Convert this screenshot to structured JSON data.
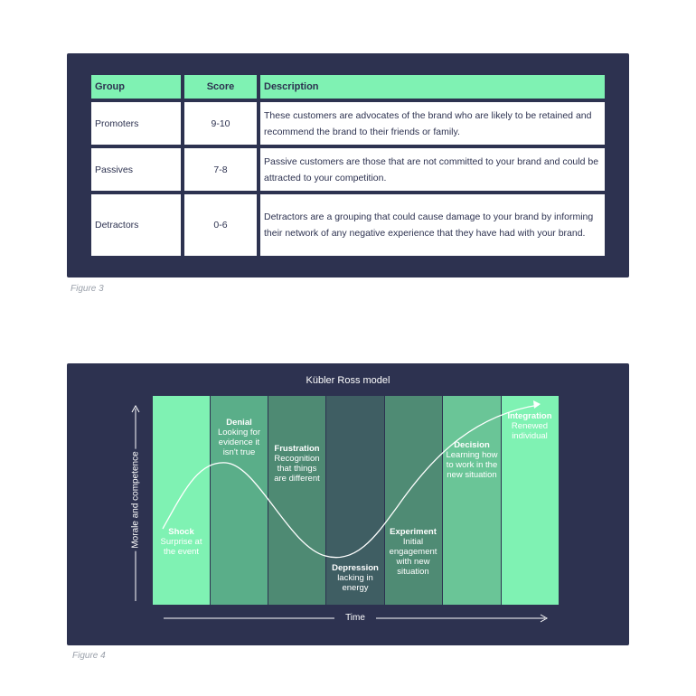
{
  "table": {
    "headers": [
      "Group",
      "Score",
      "Description"
    ],
    "rows": [
      {
        "group": "Promoters",
        "score": "9-10",
        "description": "These customers are advocates of the brand who are likely to be retained and recommend the brand to their friends or family."
      },
      {
        "group": "Passives",
        "score": "7-8",
        "description": "Passive customers are those that are not committed to your brand and could be attracted to your competition."
      },
      {
        "group": "Detractors",
        "score": "0-6",
        "description": "Detractors are a grouping that could cause damage to your brand by informing their network of any negative experience that they have had with your brand."
      }
    ],
    "caption": "Figure 3"
  },
  "kubler_ross": {
    "title": "Kübler Ross model",
    "y_axis_label": "Morale and competence",
    "x_axis_label": "Time",
    "caption": "Figure 4",
    "colors": [
      "#7ff2b3",
      "#5aae89",
      "#4e8a73",
      "#3f5e63",
      "#4f8b74",
      "#6ac597",
      "#7ff2b3"
    ],
    "stages": [
      {
        "name": "Shock",
        "desc": "Surprise at the event"
      },
      {
        "name": "Denial",
        "desc": "Looking for evidence it isn't true"
      },
      {
        "name": "Frustration",
        "desc": "Recognition that things are different"
      },
      {
        "name": "Depression",
        "desc": "lacking in energy"
      },
      {
        "name": "Experiment",
        "desc": "Initial engagement with new situation"
      },
      {
        "name": "Decision",
        "desc": "Learning how to work in the new situation"
      },
      {
        "name": "Integration",
        "desc": "Renewed individual"
      }
    ]
  }
}
